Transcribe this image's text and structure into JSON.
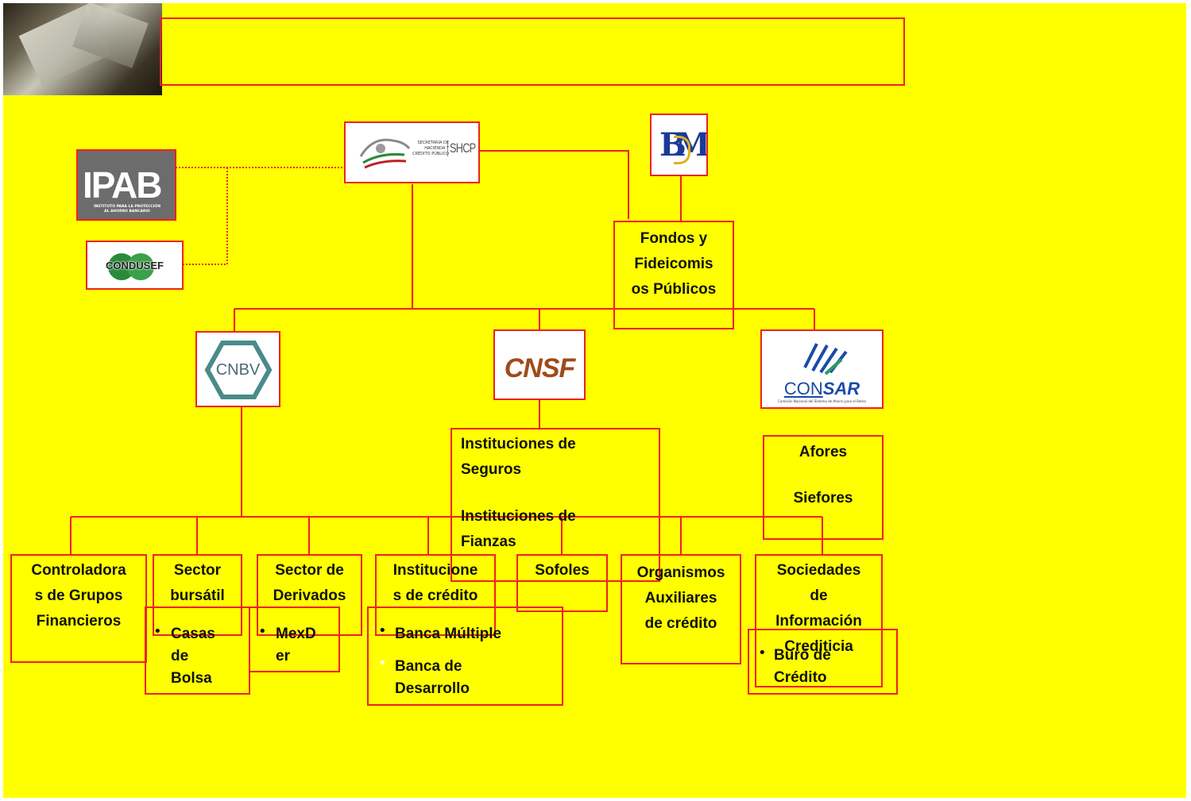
{
  "title_box": "",
  "logos": {
    "shcp": {
      "line1": "SECRETARÍA DE",
      "line2": "HACIENDA Y",
      "line3": "CRÉDITO PÚBLICO",
      "abbr": "SHCP"
    },
    "banxico": {
      "letters": "BM"
    },
    "ipab": {
      "name": "IPAB",
      "line1": "INSTITUTO PARA LA PROTECCIÓN",
      "line2": "AL AHORRO BANCARIO"
    },
    "condusef": {
      "name": "CONDUSEF"
    },
    "cnbv": {
      "name": "CNBV"
    },
    "cnsf": {
      "name": "CNSF"
    },
    "consar": {
      "name_a": "CON",
      "name_b": "SAR",
      "subtitle": "Comisión Nacional del Sistema de Ahorro para el Retiro"
    }
  },
  "nodes": {
    "fondos": [
      "Fondos y",
      "Fideicomis",
      "os Públicos"
    ],
    "seguros": [
      "Instituciones de",
      "Seguros"
    ],
    "fianzas": [
      "Instituciones de",
      "Fianzas"
    ],
    "afores": "Afores",
    "siefores": "Siefores",
    "controladoras": [
      "Controladora",
      "s de Grupos",
      "Financieros"
    ],
    "bursatil": [
      "Sector",
      "bursátil"
    ],
    "derivados": [
      "Sector de",
      "Derivados"
    ],
    "credito": [
      "Institucione",
      "s de crédito"
    ],
    "sofoles": "Sofoles",
    "auxiliares": [
      "Organismos",
      "Auxiliares",
      "de crédito"
    ],
    "sociedades": [
      "Sociedades",
      "de",
      "Información",
      "Crediticia"
    ]
  },
  "sublists": {
    "casas": [
      "Casas",
      "de",
      "Bolsa"
    ],
    "mexder": [
      "MexD",
      "er"
    ],
    "banca_multiple": "Banca Múltiple",
    "banca_desarrollo": [
      "Banca de",
      "Desarrollo"
    ],
    "buro": [
      "Buró de",
      "Crédito"
    ]
  },
  "colors": {
    "background": "#ffff00",
    "border": "#ee2222",
    "connector": "#ee2222"
  }
}
